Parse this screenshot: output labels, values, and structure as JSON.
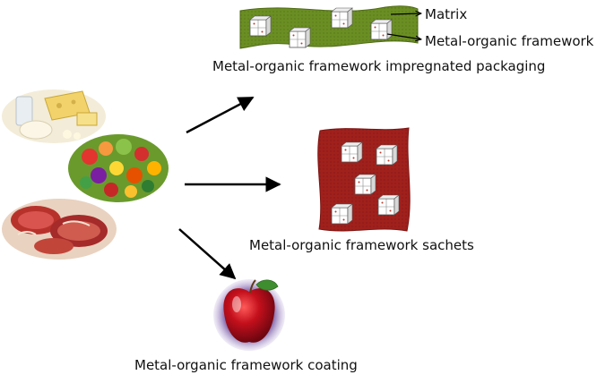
{
  "labels": {
    "matrix": "Matrix",
    "mof": "Metal-organic framework",
    "impregnated_packaging": "Metal-organic framework impregnated packaging",
    "sachets": "Metal-organic framework sachets",
    "coating": "Metal-organic framework coating"
  },
  "colors": {
    "matrix_green": "#6b8e23",
    "sachet_red": "#a0201c",
    "apple_red": "#b0101a",
    "coating_purple": "#7b5ea7",
    "arrow": "#000000"
  },
  "icons": {
    "food_groups": [
      "dairy-products-image",
      "fruits-vegetables-image",
      "meat-image"
    ],
    "mof_unit": "cube-cluster-icon",
    "apple": "coated-apple-image"
  }
}
